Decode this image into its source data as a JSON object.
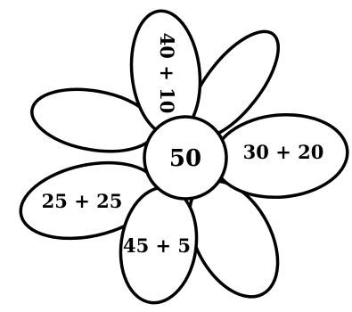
{
  "flower": {
    "center": {
      "value": "50"
    },
    "petals": [
      {
        "id": "top",
        "label": "40 + 10"
      },
      {
        "id": "right",
        "label": "30 + 20"
      },
      {
        "id": "left",
        "label": "25 + 25"
      },
      {
        "id": "bottom",
        "label": "45 + 5"
      }
    ]
  }
}
